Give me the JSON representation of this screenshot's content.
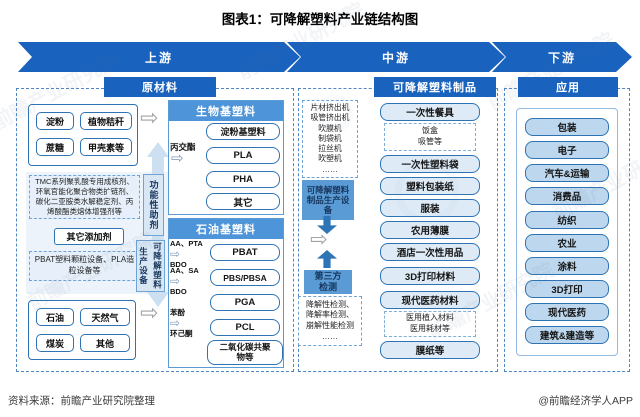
{
  "title": "图表1：可降解塑料产业链结构图",
  "watermark": "前瞻产业研究院",
  "banners": {
    "upstream": "上游",
    "midstream": "中游",
    "downstream": "下游"
  },
  "upstream": {
    "header": "原材料",
    "bio_raw": [
      "淀粉",
      "植物秸秆",
      "蔗糖",
      "甲壳素等"
    ],
    "functional_additives_note": "TMC系列聚乳酸专用成核剂、环氧官能化聚合物类扩链剂、碳化二亚胺类水解稳定剂、丙烯酸酯类熔体增强剂等",
    "functional_additives_label": "功能性助剂",
    "other_additives": "其它添加剂",
    "equipment_note": "PBAT塑料颗粒设备、PLA造粒设备等",
    "equipment_label": [
      "可降解塑料",
      "生产设备"
    ],
    "fossil_raw": [
      "石油",
      "天然气",
      "煤炭",
      "其他"
    ],
    "bio_panel": {
      "header": "生物基塑料",
      "precursor": "丙交酯",
      "items": [
        "淀粉基塑料",
        "PLA",
        "PHA",
        "其它"
      ]
    },
    "petro_panel": {
      "header": "石油基塑料",
      "items": [
        "PBAT",
        "PBS/PBSA",
        "PGA",
        "PCL",
        "二氧化碳共聚物等"
      ],
      "inputs": [
        {
          "top": "AA、PTA",
          "bottom": "BDO"
        },
        {
          "top": "AA、SA",
          "bottom": "BDO"
        },
        {
          "top": "苯酚",
          "bottom": "环己酮"
        }
      ]
    }
  },
  "midstream": {
    "header": "可降解塑料制品",
    "machines": [
      "片材挤出机",
      "吸管挤出机",
      "吹膜机",
      "制袋机",
      "拉丝机",
      "吹塑机",
      "……"
    ],
    "production_equipment": "可降解塑料制品生产设备",
    "third_party_testing": [
      "第三方",
      "检测"
    ],
    "testing_items": [
      "降解性检测、",
      "降解率检测、",
      "崩解性能检测",
      "……"
    ],
    "products": [
      "一次性餐具",
      "一次性塑料袋",
      "塑料包装纸",
      "服装",
      "农用薄膜",
      "酒店一次性用品",
      "3D打印材料",
      "现代医药材料",
      "膜纸等"
    ],
    "tableware_examples": [
      "饭盒",
      "吸管等"
    ],
    "medical_examples": [
      "医用植入材料",
      "医用耗材等"
    ]
  },
  "downstream": {
    "header": "应用",
    "items": [
      "包装",
      "电子",
      "汽车&运输",
      "消费品",
      "纺织",
      "农业",
      "涂料",
      "3D打印",
      "现代医药",
      "建筑&建造等"
    ]
  },
  "footer": {
    "source": "资料来源：前瞻产业研究院整理",
    "credit": "@前瞻经济学人APP"
  },
  "colors": {
    "primary_blue": "#1962BE",
    "panel_header_blue": "#4E94D8",
    "mid_blue": "#5B9BD5",
    "border_blue": "#2E74B5",
    "product_fill": "#DEEBF7",
    "app_fill": "#BDD7EE",
    "arrow_blue": "#2E75B6"
  }
}
